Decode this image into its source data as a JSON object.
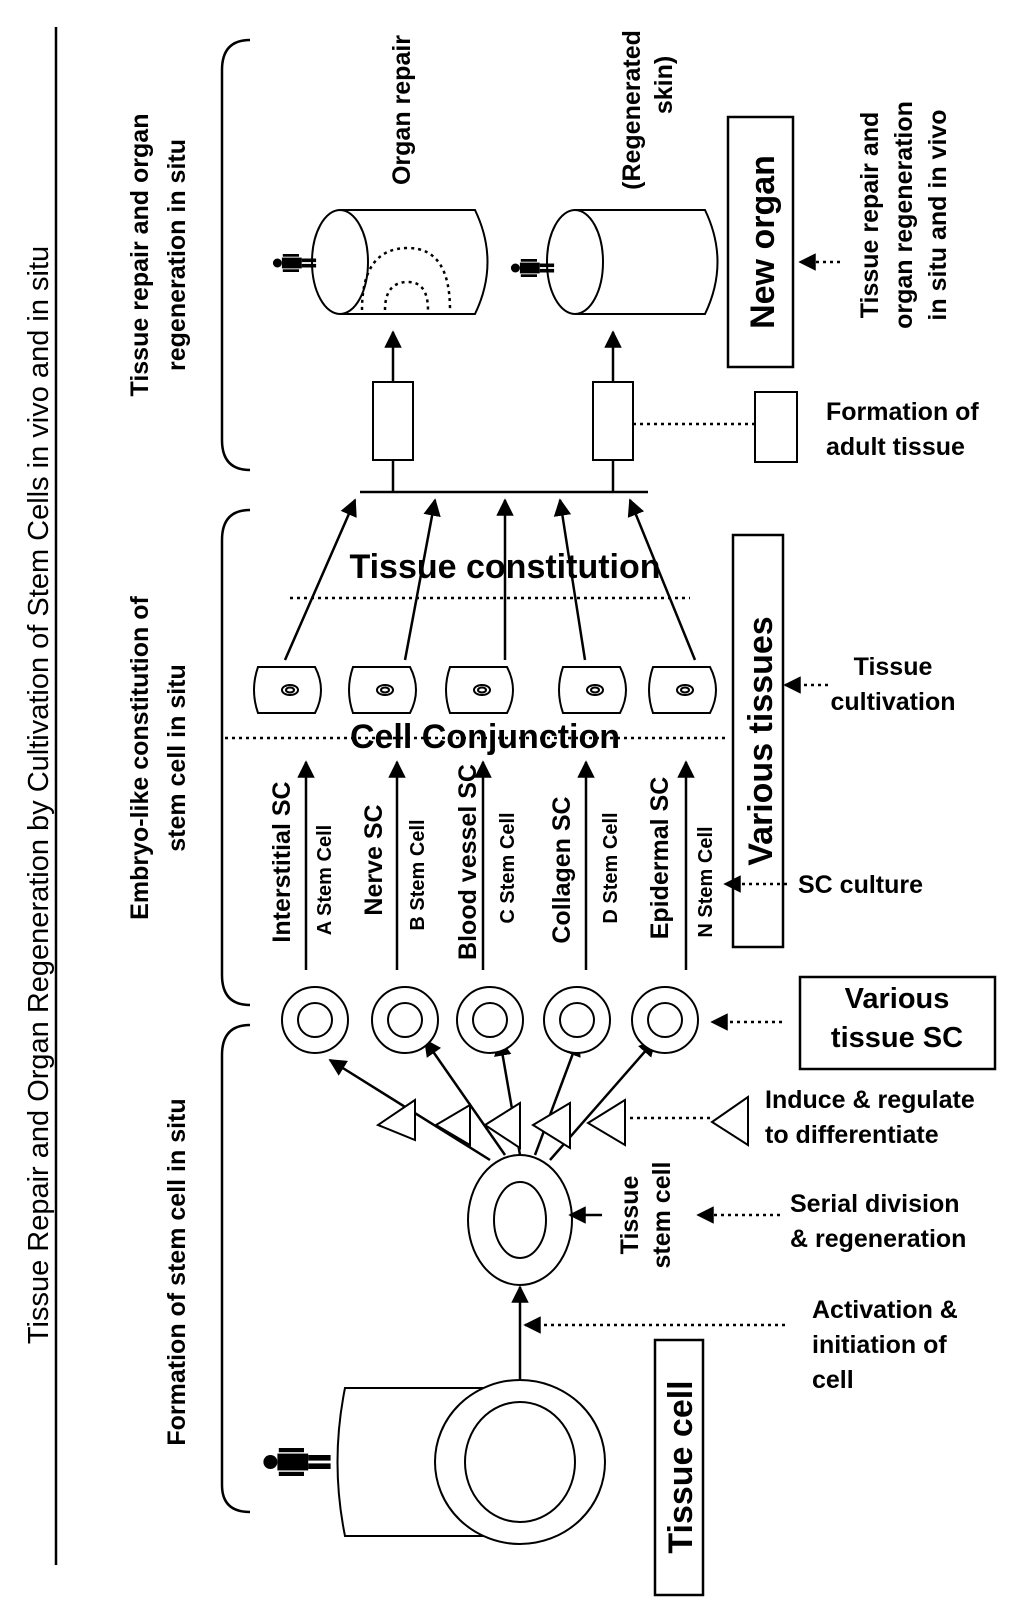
{
  "title": "Tissue Repair and Organ Regeneration by Cultivation of Stem Cells in vivo and in situ",
  "sections": {
    "formation": "Formation of stem cell in situ",
    "embryo_line1": "Embryo-like constitution of",
    "embryo_line2": "stem cell in situ",
    "repair_line1": "Tissue repair and organ",
    "repair_line2": "regeneration in situ"
  },
  "boxes": {
    "tissue_cell": "Tissue cell",
    "various_tissues": "Various tissues",
    "new_organ": "New organ",
    "various_tissue_sc_line1": "Various",
    "various_tissue_sc_line2": "tissue SC"
  },
  "tissue_stem_cell": {
    "line1": "Tissue",
    "line2": "stem cell"
  },
  "stem_cells": [
    {
      "type": "Interstitial SC",
      "cell": "A Stem  Cell"
    },
    {
      "type": "Nerve SC",
      "cell": "B Stem  Cell"
    },
    {
      "type": "Blood vessel SC",
      "cell": "C Stem  Cell"
    },
    {
      "type": "Collagen SC",
      "cell": "D Stem  Cell"
    },
    {
      "type": "Epidermal SC",
      "cell": "N Stem  Cell"
    }
  ],
  "phases": {
    "cell_conjunction": "Cell   Conjunction",
    "tissue_constitution": "Tissue  constitution"
  },
  "organs": {
    "organ_repair": "Organ repair",
    "regenerated_line1": "(Regenerated",
    "regenerated_line2": "skin)"
  },
  "annotations": {
    "repair_vivo_line1": "Tissue repair and",
    "repair_vivo_line2": "organ regeneration",
    "repair_vivo_line3": "in situ and in vivo",
    "adult_line1": "Formation of",
    "adult_line2": "adult tissue",
    "cultivation_line1": "Tissue",
    "cultivation_line2": "cultivation",
    "sc_culture": "SC culture",
    "induce_line1": "Induce & regulate",
    "induce_line2": "to differentiate",
    "serial_line1": "Serial division",
    "serial_line2": "& regeneration",
    "activation_line1": "Activation &",
    "activation_line2": "initiation of",
    "activation_line3": "cell"
  }
}
